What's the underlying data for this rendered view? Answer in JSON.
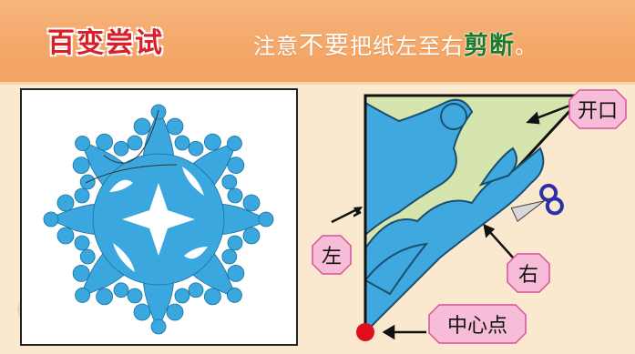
{
  "header": {
    "title": "百变尝试",
    "instruction_part1": "注意",
    "instruction_part2": "不要",
    "instruction_part3": "把纸左至右",
    "instruction_part4": "剪断",
    "instruction_part5": "。"
  },
  "diagram": {
    "label_open": "开口",
    "label_left": "左",
    "label_right": "右",
    "label_center": "中心点",
    "icon_scissors": "scissors-icon"
  },
  "colors": {
    "header": "#f4a86a",
    "title_red": "#d81f2a",
    "paper_blue": "#3da9e0",
    "triangle_green": "#cfe0a3",
    "label_pink": "#f4b9d6",
    "center_dot": "#e0101a"
  }
}
